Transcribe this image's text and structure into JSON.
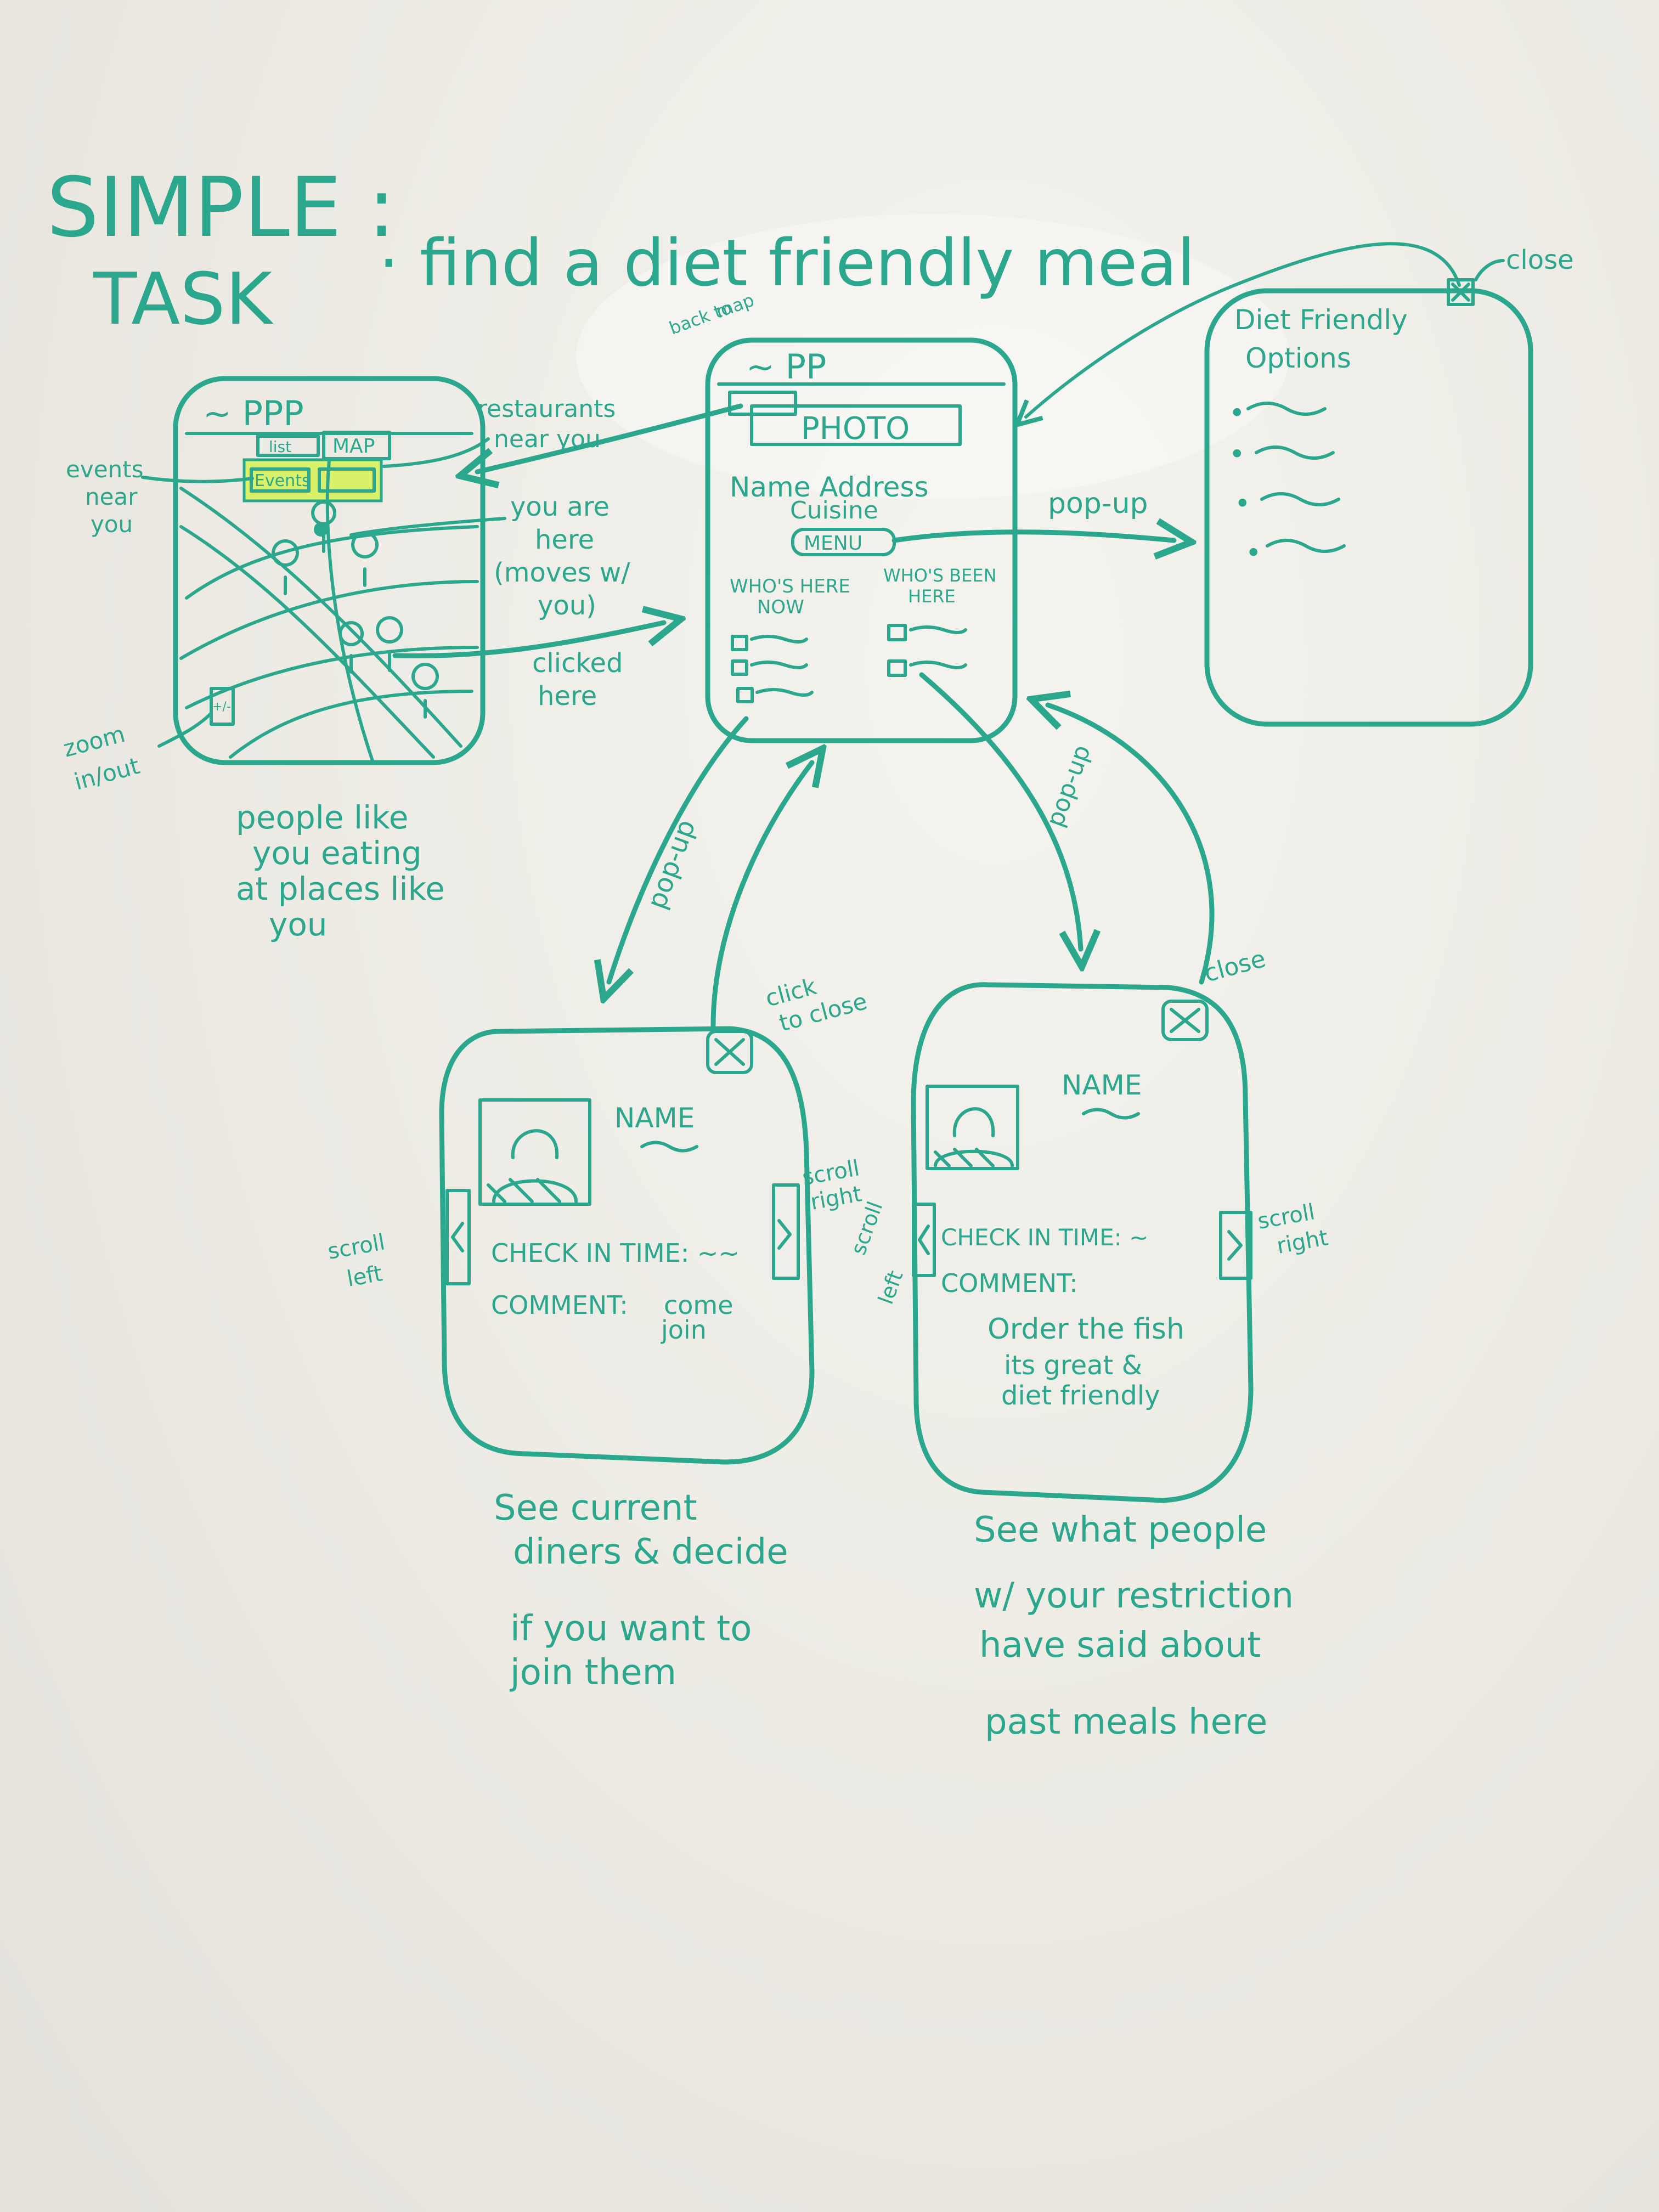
{
  "title": {
    "line1": "SIMPLE :",
    "line2": "TASK",
    "task": "· find a diet friendly meal"
  },
  "map_screen": {
    "header": "~ PPP",
    "tab_list": "list",
    "tab_map": "MAP",
    "note_events": "Events",
    "zoom_box": "+/-",
    "caption": [
      "people like",
      "you eating",
      "at places like",
      "you"
    ]
  },
  "annotations": {
    "events_near_you": [
      "events",
      "near",
      "you"
    ],
    "restaurants_near_you": [
      "restaurants",
      "near you"
    ],
    "you_are_here": [
      "you are",
      "here",
      "(moves w/",
      "you)"
    ],
    "clicked_here": [
      "clicked",
      "here"
    ],
    "zoom_in_out": [
      "zoom",
      "in/out"
    ],
    "back_to_map": [
      "back to",
      "map"
    ],
    "close_diet": "close",
    "popup_menu": "pop-up",
    "popup_left": "pop-up",
    "popup_right": "pop-up",
    "click_to_close": [
      "click",
      "to close"
    ],
    "close_right": "close",
    "scroll_left_1": [
      "scroll",
      "left"
    ],
    "scroll_right_1": [
      "scroll",
      "right"
    ],
    "scroll_left_2": [
      "scroll",
      "left"
    ],
    "scroll_right_2": [
      "scroll",
      "right"
    ]
  },
  "restaurant_screen": {
    "header": "~ PP",
    "photo": "PHOTO",
    "name_address": "Name Address",
    "cuisine": "Cuisine",
    "menu": "MENU",
    "whos_here_now": [
      "WHO'S HERE",
      "NOW"
    ],
    "whos_been_here": [
      "WHO'S BEEN",
      "HERE"
    ]
  },
  "diet_popup": {
    "title": [
      "Diet Friendly",
      "Options"
    ],
    "bullets": [
      "•",
      "•",
      "•",
      "•"
    ]
  },
  "current_diner_card": {
    "name": "NAME",
    "check_in": "CHECK IN TIME: ~~",
    "comment_label": "COMMENT:",
    "comment": [
      "come",
      "join"
    ],
    "caption": [
      "See current",
      "diners & decide",
      "if you want to",
      "join them"
    ]
  },
  "past_diner_card": {
    "name": "NAME",
    "check_in": "CHECK IN TIME: ~",
    "comment_label": "COMMENT:",
    "comment": [
      "Order the fish",
      "its great &",
      "diet friendly"
    ],
    "caption": [
      "See what people",
      "w/ your restriction",
      "have said about",
      "past meals here"
    ]
  },
  "colors": {
    "ink": "#2aa78c",
    "board": "#eceae3",
    "sticky_note": "#d8f06a"
  }
}
